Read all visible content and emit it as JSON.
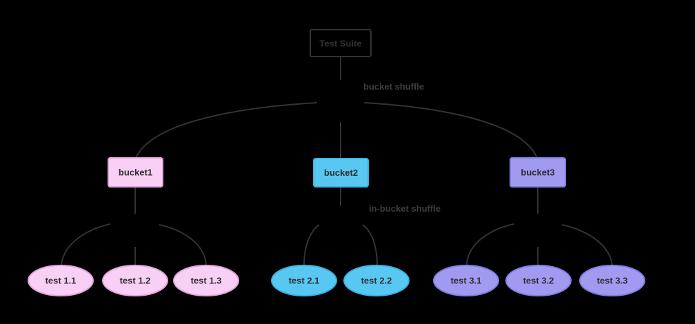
{
  "diagram": {
    "root_label": "Test Suite",
    "edge_labels": {
      "bucket_shuffle": "bucket shuffle",
      "in_bucket_shuffle": "in-bucket shuffle"
    },
    "buckets": [
      {
        "label": "bucket1",
        "tests": [
          "test 1.1",
          "test 1.2",
          "test 1.3"
        ]
      },
      {
        "label": "bucket2",
        "tests": [
          "test 2.1",
          "test 2.2"
        ]
      },
      {
        "label": "bucket3",
        "tests": [
          "test 3.1",
          "test 3.2",
          "test 3.3"
        ]
      }
    ],
    "colors": {
      "background": "#000000",
      "line_and_border": "#333333",
      "edge_label_text": "#3d3d3d",
      "node_text": "#2f2f2f",
      "pink_fill": "#f8cff5",
      "pink_stroke": "#e2a4da",
      "cyan_fill": "#58c8f3",
      "cyan_stroke": "#3cb3e2",
      "purple_fill": "#a09af1",
      "purple_stroke": "#837de2"
    }
  }
}
